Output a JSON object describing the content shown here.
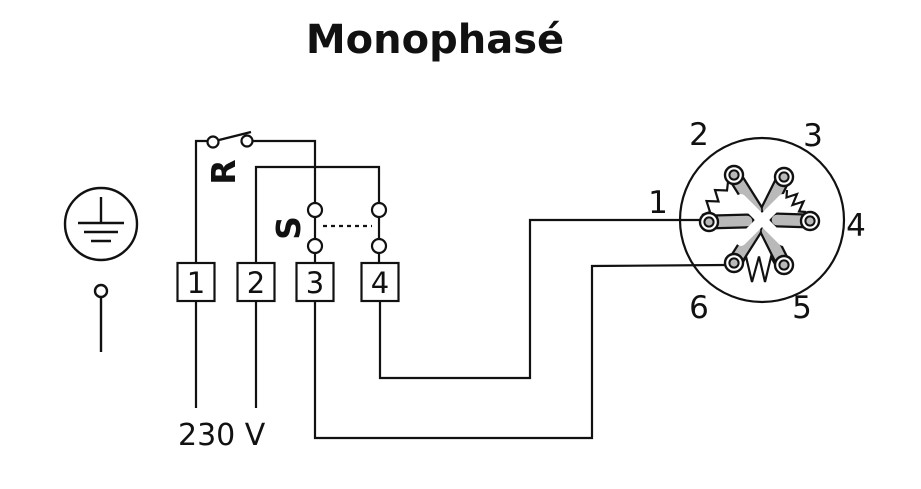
{
  "title": "Monophasé",
  "power": {
    "voltage": "230 V"
  },
  "switches": {
    "r": "R",
    "s": "S"
  },
  "terminal_blocks": {
    "b1": "1",
    "b2": "2",
    "b3": "3",
    "b4": "4"
  },
  "motor_plate": {
    "t1": "1",
    "t2": "2",
    "t3": "3",
    "t4": "4",
    "t5": "5",
    "t6": "6"
  },
  "colors": {
    "line": "#111111",
    "link_bar_fill": "#b9b9b9",
    "background": "#ffffff"
  }
}
